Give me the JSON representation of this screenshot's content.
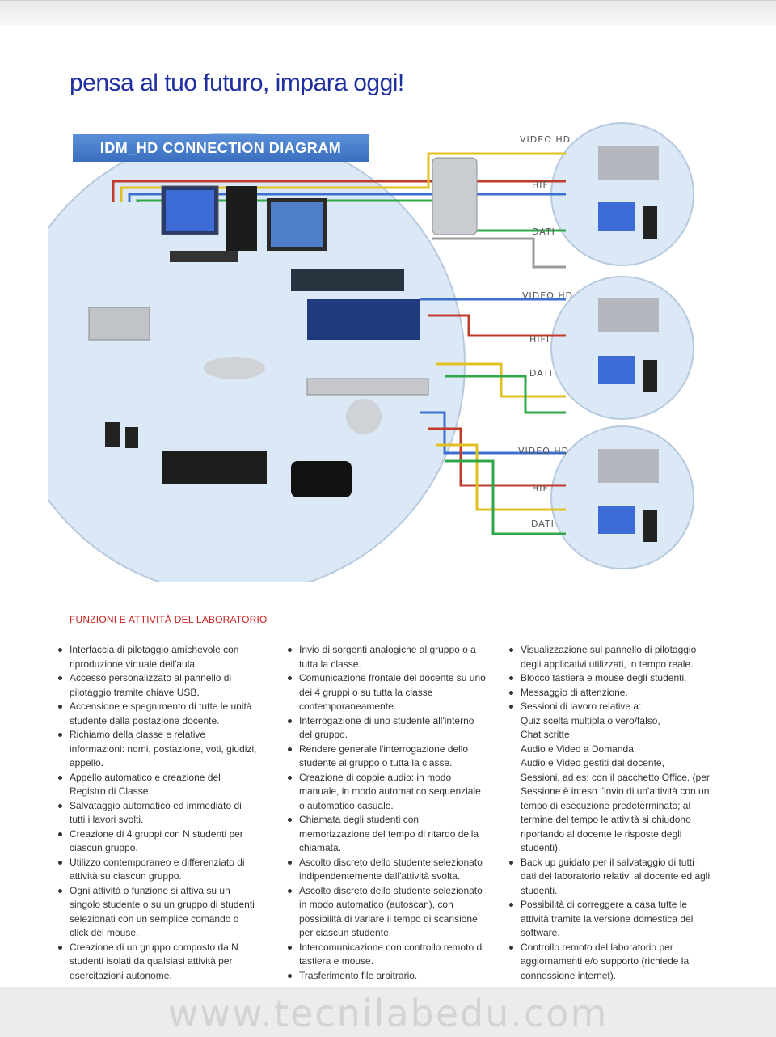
{
  "headline": "pensa al tuo futuro, impara oggi!",
  "diagram": {
    "title": "IDM_HD CONNECTION DIAGRAM",
    "labels": [
      "VIDEO HD",
      "HIFI",
      "DATI",
      "VIDEO HD",
      "HIFI",
      "DATI",
      "VIDEO HD",
      "HIFI",
      "DATI"
    ]
  },
  "section_title": "FUNZIONI E ATTIVITÀ DEL LABORATORIO",
  "col1": [
    "Interfaccia di pilotaggio amichevole con riproduzione virtuale dell'aula.",
    "Accesso personalizzato al pannello di pilotaggio tramite chiave USB.",
    "Accensione e spegnimento di tutte le unità studente dalla postazione docente.",
    "Richiamo della classe e relative informazioni: nomi, postazione, voti, giudizi, appello.",
    "Appello automatico e creazione del Registro di Classe.",
    "Salvataggio automatico ed immediato di tutti i lavori svolti.",
    "Creazione di 4 gruppi con N studenti per ciascun gruppo.",
    "Utilizzo contemporaneo e differenziato di attività su ciascun gruppo.",
    "Ogni attività o funzione si attiva su un singolo studente o su un gruppo di studenti selezionati con un semplice comando o click del mouse.",
    "Creazione di un gruppo composto da N studenti isolati da qualsiasi attività per esercitazioni autonome."
  ],
  "col2": [
    "Invio di sorgenti analogiche al gruppo o a tutta la classe.",
    "Comunicazione frontale del docente su uno dei 4 gruppi o su tutta la classe contemporaneamente.",
    "Interrogazione di uno studente all'interno del gruppo.",
    "Rendere generale l'interrogazione dello studente al gruppo o tutta la classe.",
    "Creazione di coppie audio: in modo manuale, in modo automatico sequenziale o automatico casuale.",
    "Chiamata degli studenti con memorizzazione del tempo di ritardo della chiamata.",
    "Ascolto discreto dello studente selezionato indipendentemente dall'attività svolta.",
    "Ascolto discreto dello studente selezionato in modo automatico (autoscan), con possibilità di variare il tempo di scansione per ciascun studente.",
    "Intercomunicazione con controllo remoto di tastiera e mouse.",
    "Trasferimento file arbitrario."
  ],
  "col3": {
    "items_a": [
      "Visualizzazione sul pannello di pilotaggio degli applicativi utilizzati, in tempo reale.",
      "Blocco tastiera e mouse degli studenti.",
      "Messaggio di attenzione.",
      "Sessioni di lavoro relative a:"
    ],
    "sub": [
      "Quiz scelta multipla o vero/falso,",
      "Chat scritte",
      "Audio e Video a Domanda,",
      "Audio e Video gestiti dal docente,",
      "Sessioni, ad es: con il pacchetto Office. (per Sessione è inteso l'invio di un'attività con un tempo di esecuzione predeterminato; al termine del tempo le attività si chiudono riportando al docente le risposte degli studenti)."
    ],
    "items_b": [
      "Back up guidato per il salvataggio di tutti i dati del laboratorio relativi al docente ed agli studenti.",
      "Possibilità di correggere a casa tutte le attività tramite la versione domestica del software.",
      "Controllo remoto del laboratorio per aggiornamenti e/o supporto (richiede la connessione internet)."
    ]
  },
  "footer": "www.tecnilabedu.com"
}
